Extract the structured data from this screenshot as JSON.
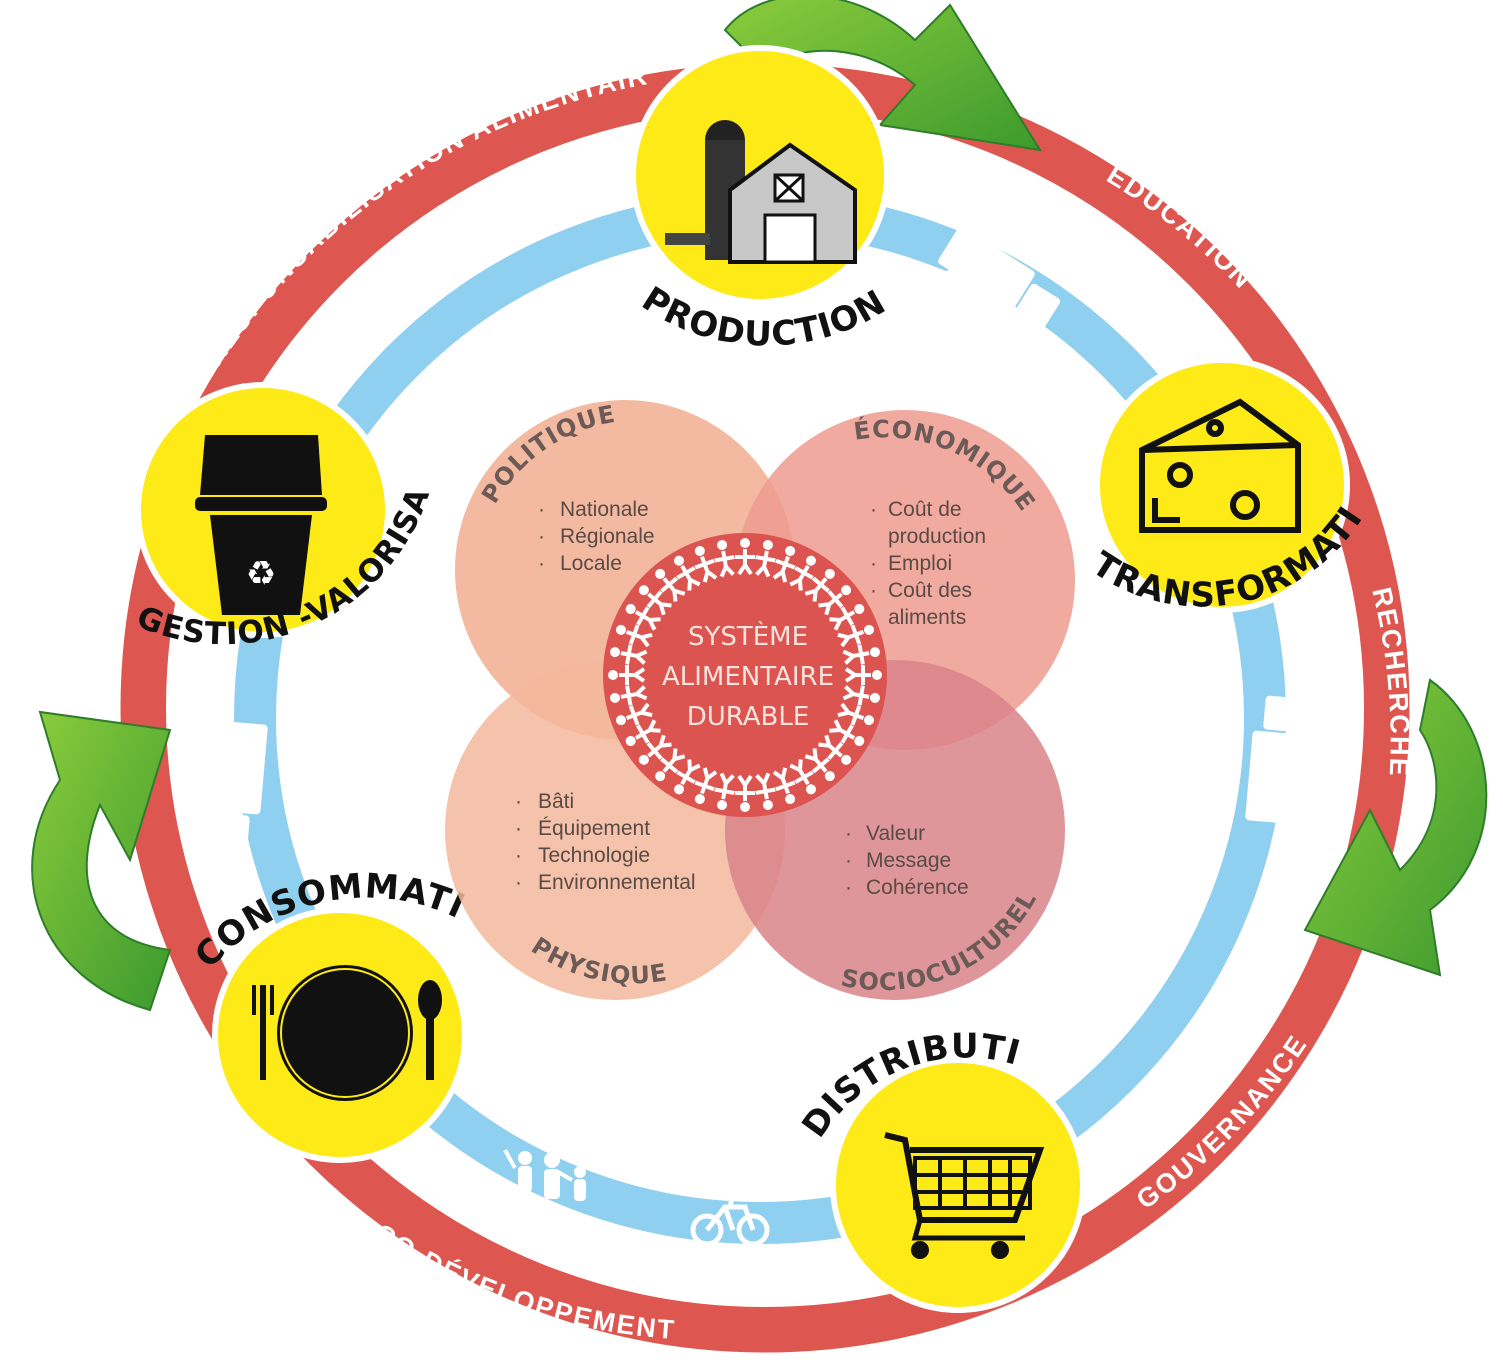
{
  "outer_ring": {
    "responsabilisation": "RESPONSABILISATION ALIMENTAIRE",
    "education": "ÉDUCATION",
    "recherche": "RECHERCHE",
    "gouvernance": "GOUVERNANCE",
    "codeveloppement": "CO-DÉVELOPPEMENT"
  },
  "nodes": {
    "production": "PRODUCTION",
    "transformation": "TRANSFORMATION",
    "distribution": "DISTRIBUTION",
    "consommation": "CONSOMMATION",
    "gestion": "GESTION -VALORISATION"
  },
  "dimensions": {
    "politique": {
      "title": "POLITIQUE",
      "items": [
        "Nationale",
        "Régionale",
        "Locale"
      ]
    },
    "economique": {
      "title": "ÉCONOMIQUE",
      "items": [
        "Coût de",
        "production",
        "Emploi",
        "Coût des",
        "aliments"
      ]
    },
    "physique": {
      "title": "PHYSIQUE",
      "items": [
        "Bâti",
        "Équipement",
        "Technologie",
        "Environnemental"
      ]
    },
    "socioculturel": {
      "title": "SOCIOCULTUREL",
      "items": [
        "Valeur",
        "Message",
        "Cohérence"
      ]
    }
  },
  "center": {
    "line1": "SYSTÈME",
    "line2": "ALIMENTAIRE",
    "line3": "DURABLE"
  },
  "colors": {
    "ring_red": "#dd5750",
    "ring_blue": "#8fcfef",
    "node_yellow": "#fdea17",
    "arrow_green": "#5fb23a",
    "politique": "#f2b397",
    "economique": "#ef9b8f",
    "physique": "#f3b89c",
    "socioculturel": "#d9848a",
    "center_red": "#dc5450"
  },
  "icons": {
    "production": "barn-silo-icon",
    "transformation": "cheese-icon",
    "distribution": "shopping-cart-icon",
    "consommation": "plate-cutlery-icon",
    "gestion": "recycle-bin-icon",
    "truck": "truck-icon",
    "car": "car-icon",
    "bike": "bicycle-icon",
    "people": "people-icon"
  }
}
